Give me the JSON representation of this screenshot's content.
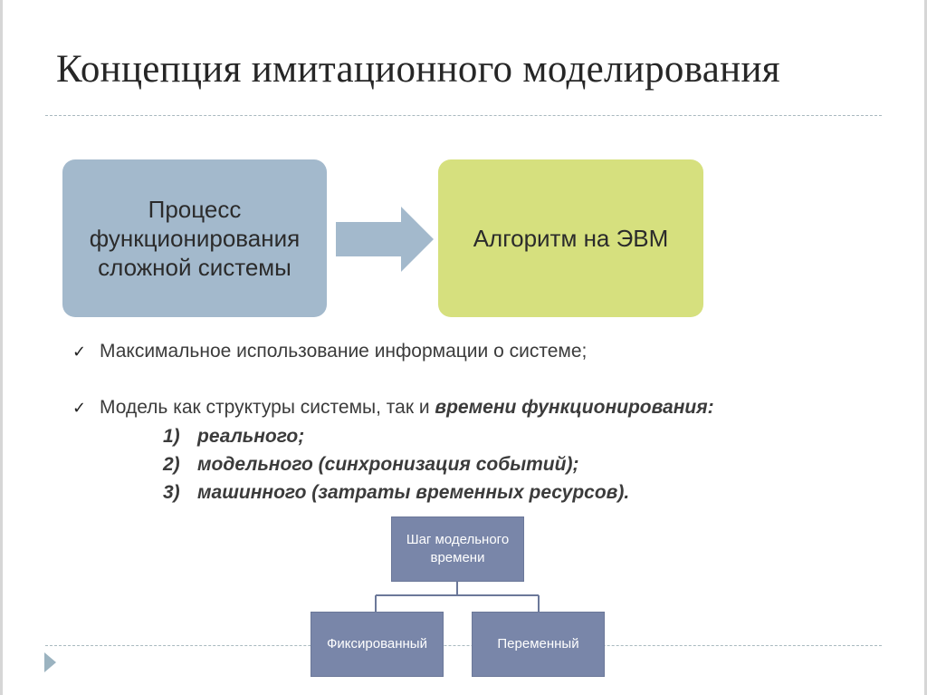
{
  "slide": {
    "title": "Концепция имитационного моделирования"
  },
  "flow": {
    "process_lines": [
      "Процесс",
      "функционирования",
      "сложной системы"
    ],
    "algorithm": "Алгоритм на ЭВМ"
  },
  "bullets": {
    "item1": "Максимальное использование информации о системе;",
    "item2_prefix": "Модель как структуры системы, так и ",
    "item2_emphasis": "времени функционирования:",
    "sub_items": [
      {
        "num": "1)",
        "text": "реального;"
      },
      {
        "num": "2)",
        "text": "модельного (синхронизация событий);"
      },
      {
        "num": "3)",
        "text": "машинного (затраты временных ресурсов)."
      }
    ]
  },
  "org_chart": {
    "root_lines": [
      "Шаг модельного",
      "времени"
    ],
    "left": "Фиксированный",
    "right": "Переменный"
  },
  "colors": {
    "process_box": "#a3b9cc",
    "algorithm_box": "#d6e07e",
    "arrow": "#a3b9cc",
    "org_box": "#7986a9"
  },
  "icons": [
    "check-icon",
    "right-arrow-icon",
    "next-slide-icon"
  ]
}
